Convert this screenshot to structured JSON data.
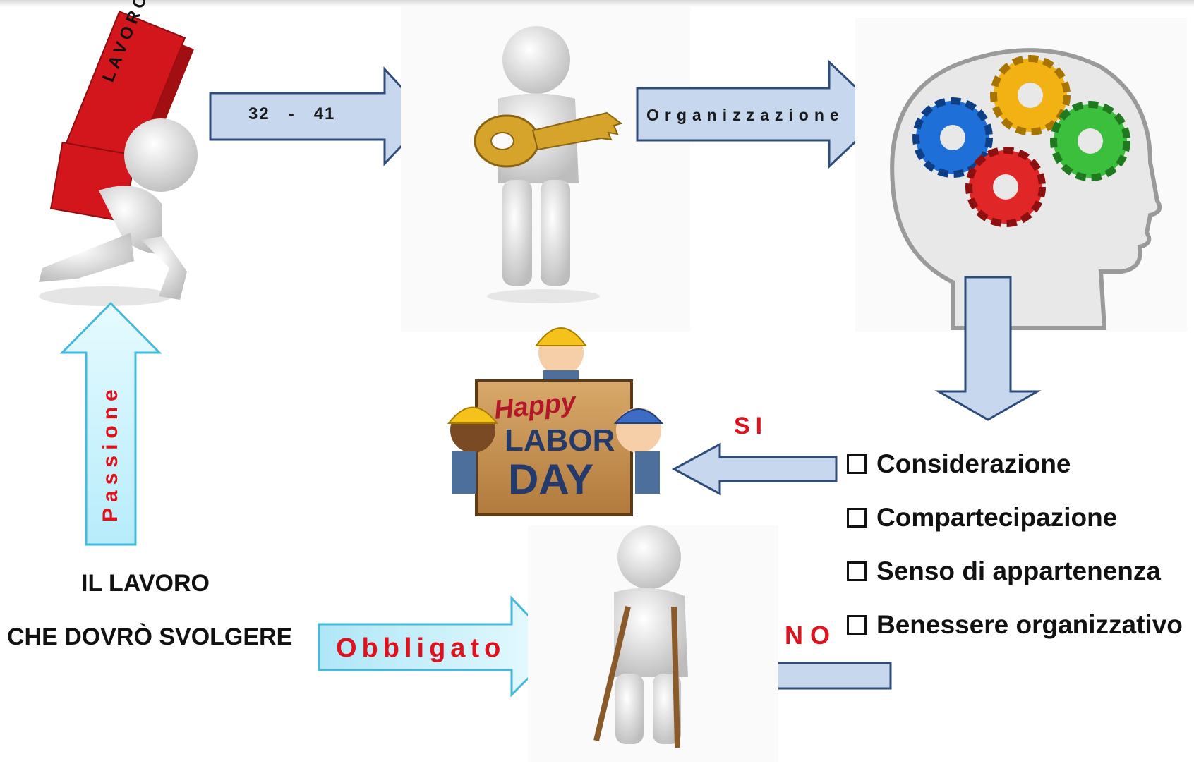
{
  "flow": {
    "age_label": "32   -   41",
    "org_label": "Organizzazione",
    "passion_label": "Passione",
    "obliged_label": "Obbligato",
    "yes_label": "SI",
    "no_label": "NO"
  },
  "figures": {
    "box_word": "LAVORO",
    "sign_line1": "Happy",
    "sign_line2": "LABOR",
    "sign_line3": "DAY"
  },
  "caption": {
    "line1": "IL LAVORO",
    "line2": "CHE DOVRÒ SVOLGERE"
  },
  "values_list": [
    {
      "label": "Considerazione"
    },
    {
      "label": "Compartecipazione"
    },
    {
      "label": "Senso di appartenenza"
    },
    {
      "label": "Benessere organizzativo"
    }
  ],
  "colors": {
    "arrow_fill": "#c6d7ee",
    "arrow_stroke": "#2f4d7a",
    "cyan_arrow": "#c8f0fb",
    "red_text": "#e0101c",
    "gear_blue": "#1f6fd8",
    "gear_yellow": "#f2b213",
    "gear_green": "#3cbf3c",
    "gear_red": "#e02626"
  }
}
